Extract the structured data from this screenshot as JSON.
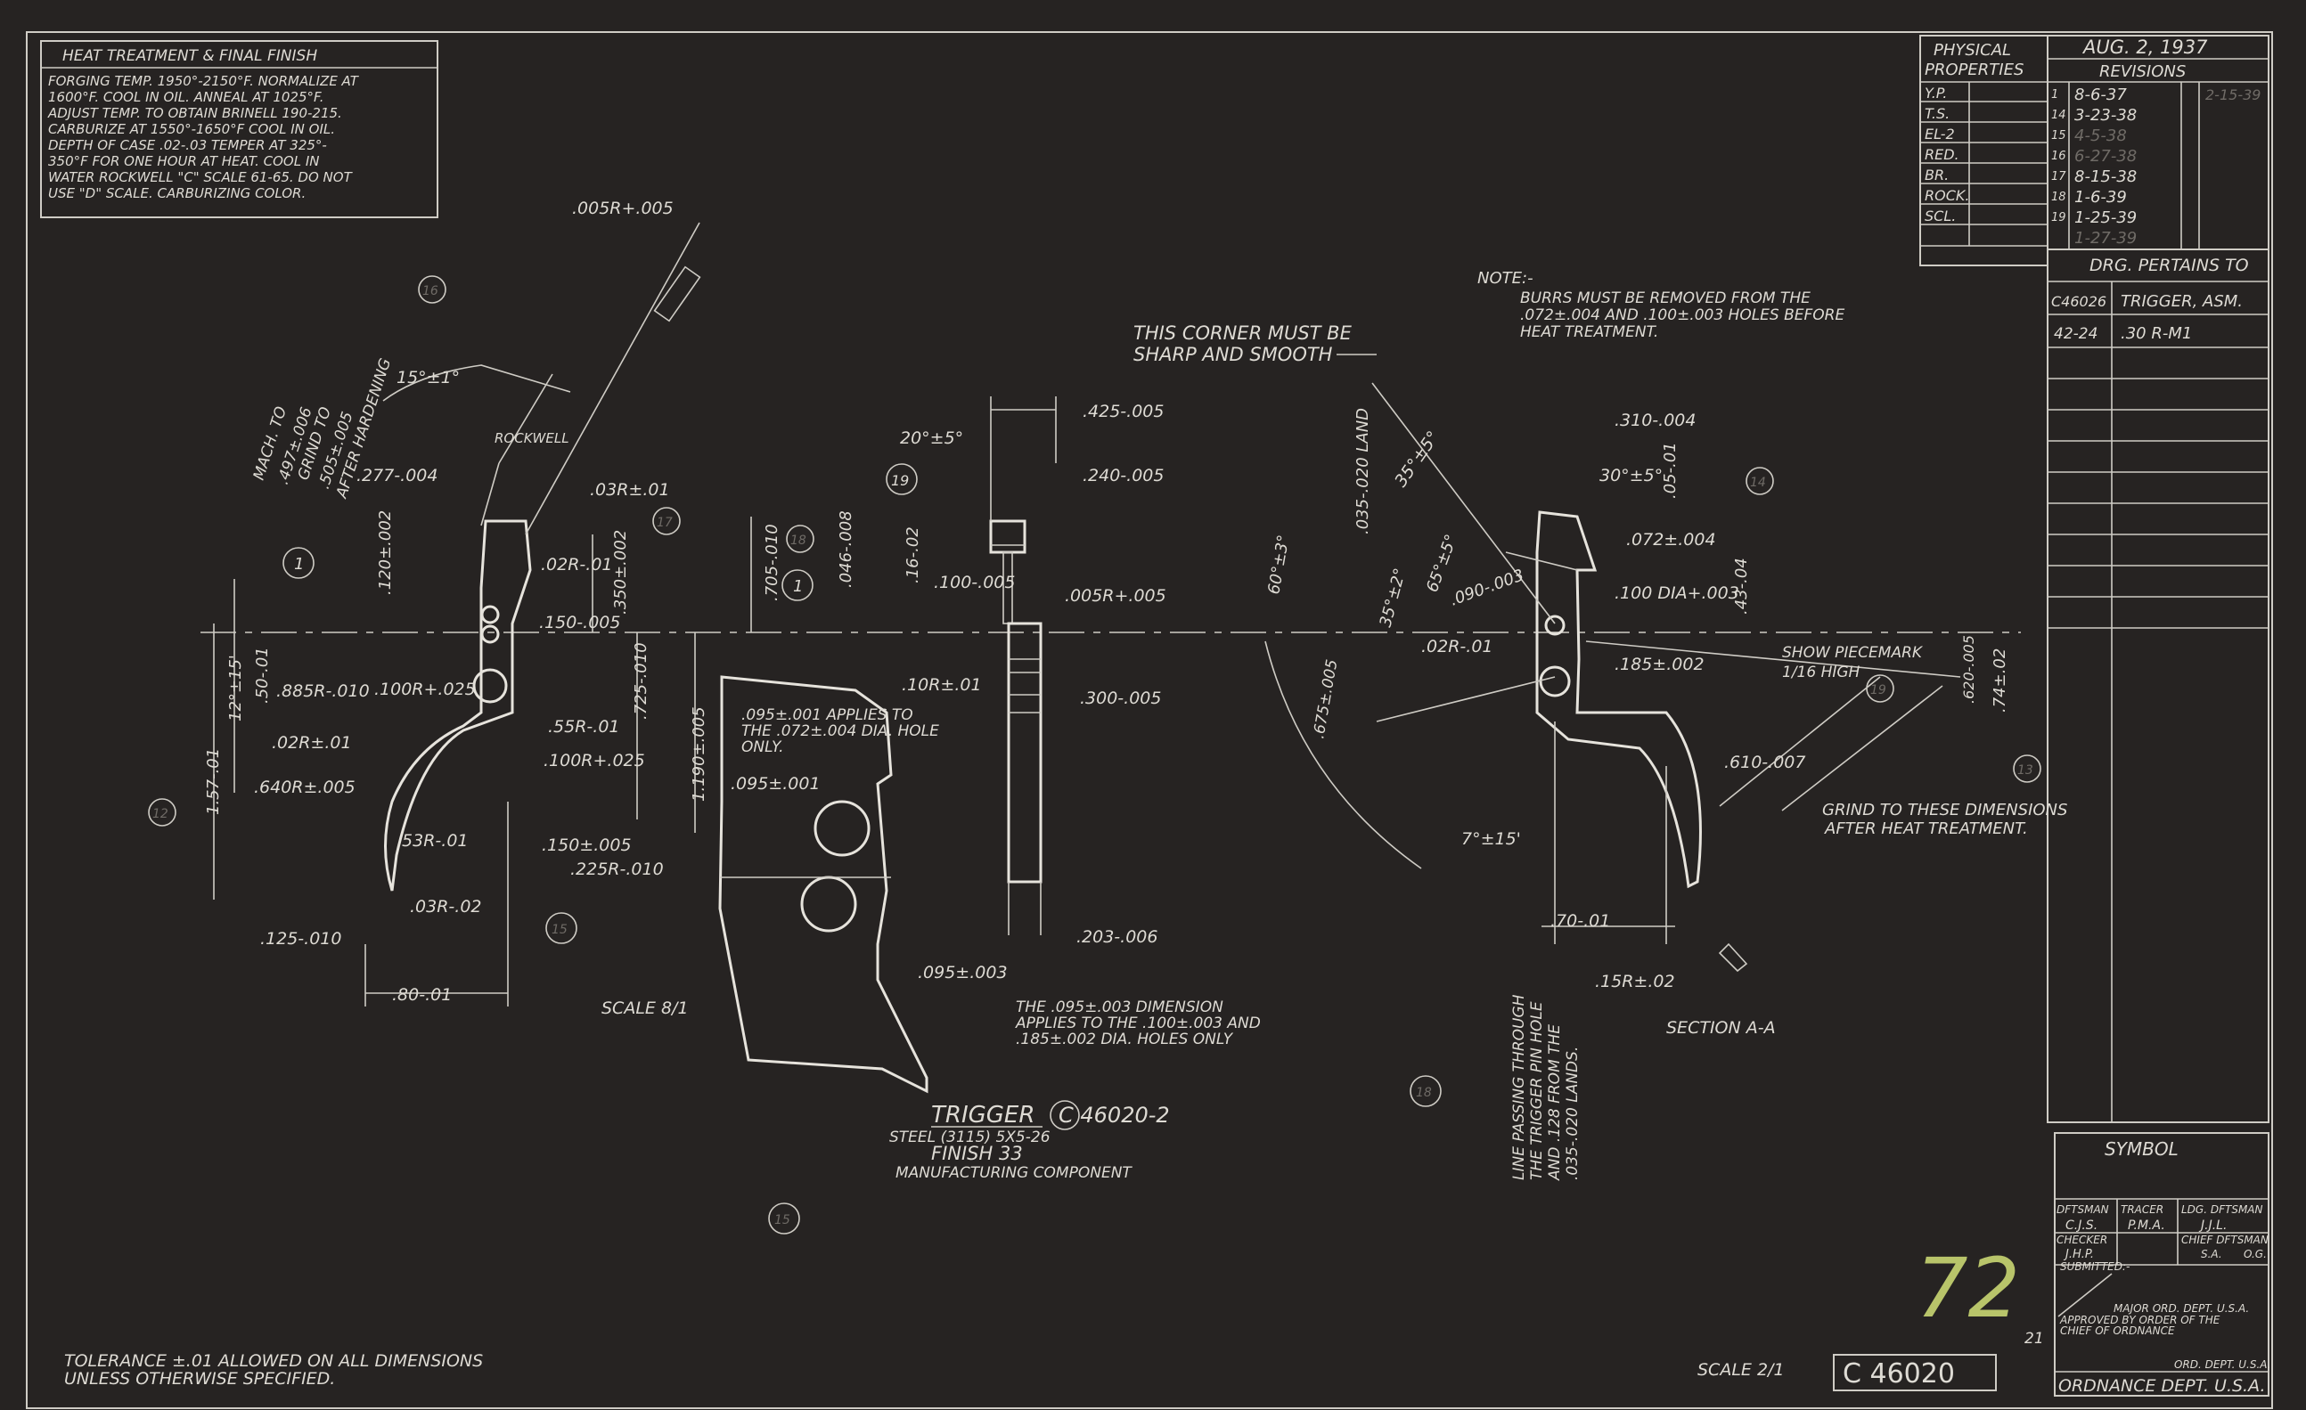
{
  "heat_treatment": {
    "title": "HEAT TREATMENT & FINAL FINISH",
    "lines": [
      "FORGING TEMP. 1950°-2150°F. NORMALIZE AT",
      "1600°F. COOL IN OIL. ANNEAL AT 1025°F.",
      "ADJUST TEMP. TO OBTAIN BRINELL 190-215.",
      "CARBURIZE AT 1550°-1650°F COOL IN OIL.",
      "DEPTH OF CASE .02-.03 TEMPER AT 325°-",
      "350°F FOR ONE HOUR AT HEAT. COOL IN",
      "WATER ROCKWELL \"C\" SCALE 61-65. DO NOT",
      "USE \"D\" SCALE. CARBURIZING COLOR."
    ]
  },
  "properties": {
    "header": [
      "PHYSICAL",
      "PROPERTIES"
    ],
    "rows": [
      "Y.P.",
      "T.S.",
      "EL-2",
      "RED.",
      "BR.",
      "ROCK.",
      "SCL."
    ]
  },
  "revisions": {
    "date": "AUG. 2, 1937",
    "title": "REVISIONS",
    "rows": [
      {
        "n": "1",
        "d": "8-6-37"
      },
      {
        "n": "14",
        "d": "3-23-38"
      },
      {
        "n": "15",
        "d": "4-5-38"
      },
      {
        "n": "16",
        "d": "6-27-38"
      },
      {
        "n": "17",
        "d": "8-15-38"
      },
      {
        "n": "18",
        "d": "1-6-39"
      },
      {
        "n": "19",
        "d": "1-25-39"
      },
      {
        "n": "",
        "d": "1-27-39"
      }
    ],
    "faded": "2-15-39"
  },
  "pertains": {
    "title": "DRG. PERTAINS TO",
    "rows": [
      {
        "code": "C46026",
        "desc": "TRIGGER, ASM."
      },
      {
        "code": "42-24",
        "desc": ".30 R-M1"
      }
    ]
  },
  "notes": {
    "burrs": [
      "NOTE:-",
      "BURRS MUST BE REMOVED FROM THE",
      ".072±.004 AND .100±.003 HOLES BEFORE",
      "HEAT TREATMENT."
    ],
    "corner": [
      "THIS CORNER MUST BE",
      "SHARP AND SMOOTH"
    ],
    "applies1": [
      ".095±.001 APPLIES TO",
      "THE .072±.004 DIA. HOLE",
      "ONLY."
    ],
    "applies2": [
      "THE .095±.003 DIMENSION",
      "APPLIES TO THE .100±.003 AND",
      ".185±.002 DIA. HOLES ONLY"
    ],
    "grind": [
      "GRIND TO THESE DIMENSIONS",
      "AFTER HEAT TREATMENT."
    ],
    "piecemark": [
      "SHOW PIECEMARK",
      "1/16 HIGH"
    ],
    "line_passing": [
      "LINE PASSING THROUGH",
      "THE TRIGGER PIN HOLE",
      "AND .128 FROM THE",
      ".035-.020 LANDS."
    ],
    "mach": [
      "MACH. TO",
      ".497±.006",
      "GRIND TO",
      ".505±.005",
      "AFTER HARDENING"
    ],
    "tolerance": [
      "TOLERANCE ±.01 ALLOWED ON ALL DIMENSIONS",
      "UNLESS OTHERWISE SPECIFIED."
    ]
  },
  "title_block": {
    "part": "TRIGGER",
    "number": "C 46020-2",
    "steel": "STEEL (3115) 5X5-26",
    "finish": "FINISH 33",
    "component": "MANUFACTURING COMPONENT",
    "scale_detail": "SCALE 8/1",
    "scale_main": "SCALE 2/1",
    "drawing_no": "C 46020",
    "sheet_mark": "21",
    "handwritten": "72",
    "section": "SECTION A-A"
  },
  "symbol_block": {
    "title": "SYMBOL",
    "dftsman": "DFTSMAN",
    "tracer": "TRACER",
    "ldg": "LDG. DFTSMAN",
    "checker": "CHECKER",
    "chief": "CHIEF DFTSMAN",
    "submitted": "SUBMITTED:-",
    "major": "MAJOR ORD. DEPT. U.S.A.",
    "approved": [
      "APPROVED BY ORDER OF THE",
      "CHIEF OF ORDNANCE"
    ],
    "ord": "ORD. DEPT. U.S.A.",
    "dept": "ORDNANCE DEPT. U.S.A.",
    "initials": [
      "C.J.S.",
      "P.M.A.",
      "J.J.L.",
      "J.H.P.",
      "S.A.",
      "O.G."
    ]
  },
  "dimensions": {
    "left": [
      ".005R+.005",
      "15°±1°",
      "ROCKWELL",
      ".277-.004",
      ".03R±.01",
      ".02R-.01",
      ".120±.002",
      ".350±.002",
      ".150-.005",
      "12°±15'",
      ".50-.01",
      ".885R-.010",
      ".100R+.025",
      ".02R±.01",
      ".55R-.01",
      ".640R±.005",
      ".100R+.025",
      "1.57-.01",
      ".53R-.01",
      ".150±.005",
      ".225R-.010",
      ".03R-.02",
      ".125-.010",
      ".80-.01",
      ".725-.010",
      "1.190±.005"
    ],
    "center": [
      ".425-.005",
      "20°±5°",
      ".240-.005",
      ".705-.010",
      ".046-.008",
      ".16-.02",
      ".100-.005",
      ".005R+.005",
      ".10R±.01",
      ".300-.005",
      ".203-.006",
      ".095±.001",
      ".095±.003"
    ],
    "right": [
      ".310-.004",
      "30°±5°",
      ".05-.01",
      "35°±5°",
      ".035-.020 LAND",
      ".072±.004",
      "65°±5°",
      ".090-.003",
      ".100 DIA+.003",
      ".43-.04",
      "35°±2°",
      ".02R-.01",
      "60°±3°",
      ".185±.002",
      ".675±.005",
      ".620-.005",
      ".74±.02",
      ".610-.007",
      "7°±15'",
      ".70-.01",
      ".15R±.02"
    ]
  },
  "callouts": [
    "1",
    "12",
    "13",
    "14",
    "15",
    "16",
    "17",
    "18",
    "19"
  ]
}
